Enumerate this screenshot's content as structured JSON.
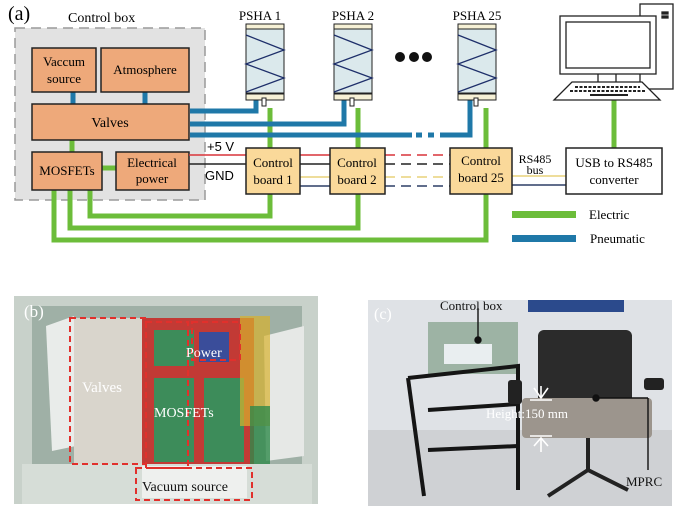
{
  "panel_a": {
    "label": "(a)",
    "control_box_title": "Control box",
    "blocks": {
      "vacuum_source": [
        "Vaccum",
        "source"
      ],
      "atmosphere": "Atmosphere",
      "valves": "Valves",
      "mosfets": "MOSFETs",
      "electrical_power": [
        "Electrical",
        "power"
      ]
    },
    "actuators": [
      "PSHA 1",
      "PSHA 2",
      "PSHA 25"
    ],
    "boards": [
      [
        "Control",
        "board 1"
      ],
      [
        "Control",
        "board 2"
      ],
      [
        "Control",
        "board 25"
      ]
    ],
    "power_labels": {
      "plus": "+5 V",
      "gnd": "GND"
    },
    "bus_label": [
      "RS485",
      "bus"
    ],
    "converter": [
      "USB to RS485",
      "converter"
    ],
    "legend": [
      {
        "label": "Electric",
        "color": "#6cbd3a"
      },
      {
        "label": "Pneumatic",
        "color": "#1f78a8"
      }
    ],
    "colors": {
      "block_fill": "#eea97a",
      "board_fill": "#fad99a",
      "box_fill": "#e2e2e2",
      "electric": "#6cbd3a",
      "pneumatic": "#1f78a8",
      "plus_line": "#d9343a",
      "bus_line_a": "#e9d27a",
      "bus_line_b": "#2d3f66"
    }
  },
  "panel_b": {
    "label": "(b)",
    "annotations": [
      "Valves",
      "Power",
      "MOSFETs",
      "Vacuum source"
    ]
  },
  "panel_c": {
    "label": "(c)",
    "annotations": {
      "control_box": "Control box",
      "height": "Height:150 mm",
      "mprc": "MPRC"
    }
  }
}
